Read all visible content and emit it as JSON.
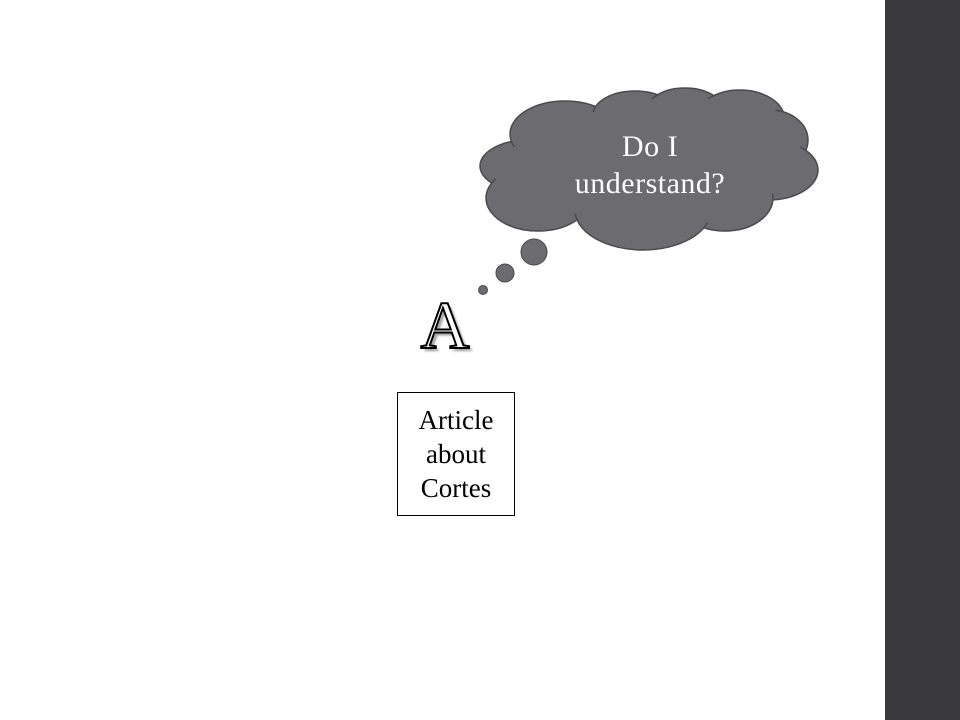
{
  "colors": {
    "background": "#ffffff",
    "sidebar": "#3a3a3c",
    "cloud_fill": "#6b6b70",
    "cloud_stroke": "#4a4a4e",
    "text_dark": "#000000",
    "text_light": "#ffffff"
  },
  "thought_bubble": {
    "line1": "Do I",
    "line2": "understand?"
  },
  "letter_marker": {
    "label": "A"
  },
  "article_box": {
    "line1": "Article",
    "line2": "about",
    "line3": "Cortes"
  }
}
